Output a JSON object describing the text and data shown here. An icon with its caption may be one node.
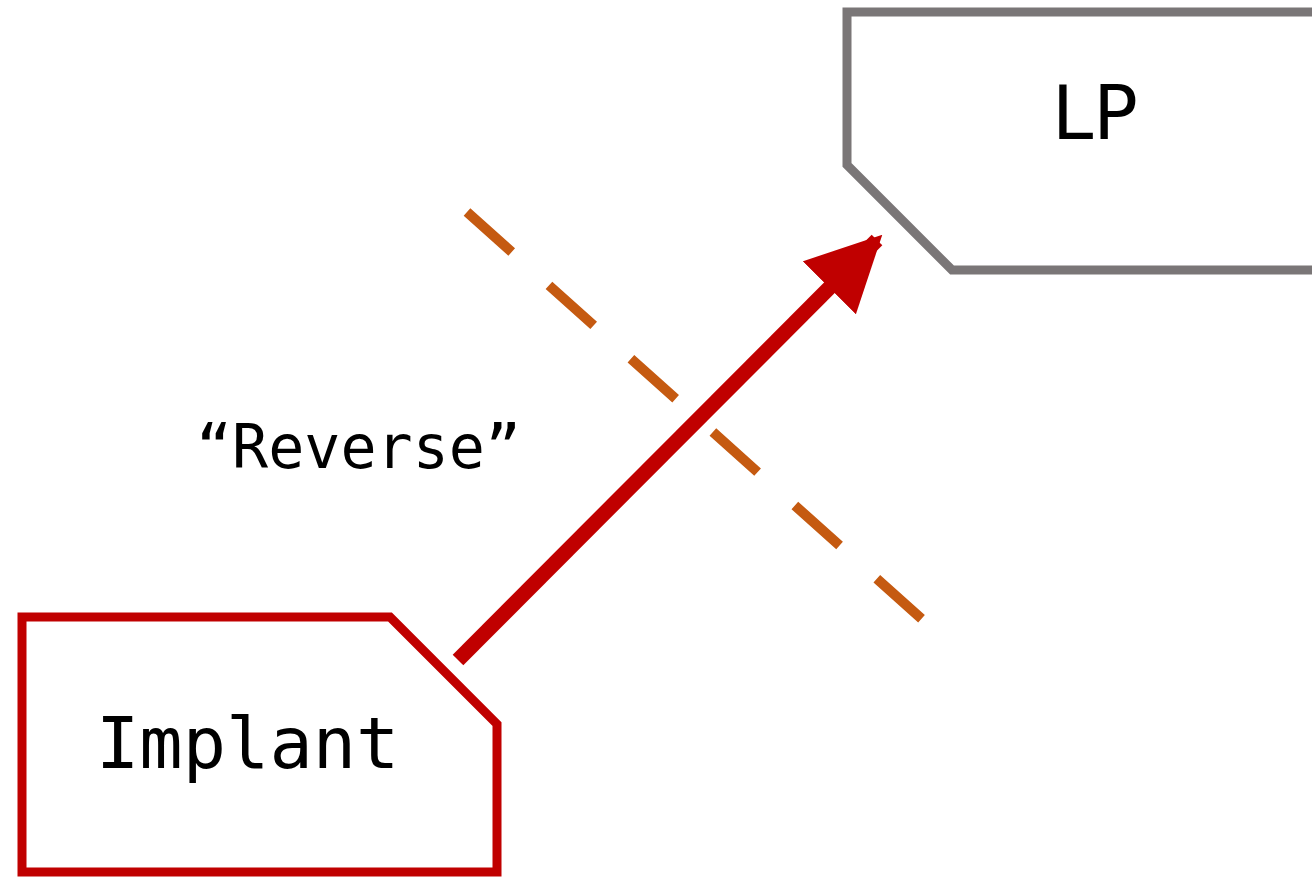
{
  "diagram": {
    "nodes": [
      {
        "text": [
          "Implant"
        ]
      },
      {
        "text": [
          "LP"
        ]
      }
    ],
    "edges": [
      {
        "from": 0,
        "to": 1,
        "arrow": "to",
        "label": "“Reverse”",
        "color": "#c00000"
      }
    ]
  }
}
